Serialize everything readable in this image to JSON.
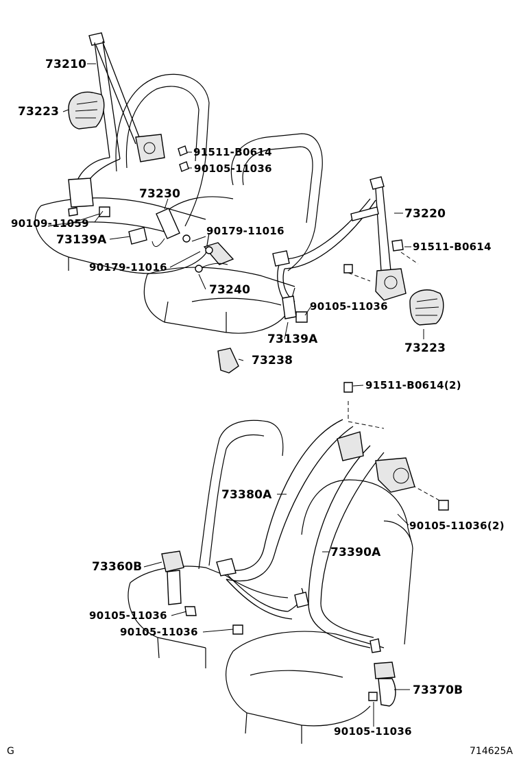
{
  "diagram": {
    "labels": {
      "p73210": "73210",
      "p73223_left": "73223",
      "p91511_b0614_top": "91511-B0614",
      "p90105_11036_top": "90105-11036",
      "p73230": "73230",
      "p90109_11059": "90109-11059",
      "p73139a_left": "73139A",
      "p90179_11016_right": "90179-11016",
      "p90179_11016_left": "90179-11016",
      "p73240": "73240",
      "p73220": "73220",
      "p91511_b0614_right": "91511-B0614",
      "p90105_11036_mid": "90105-11036",
      "p73139a_right": "73139A",
      "p73223_right": "73223",
      "p73238": "73238",
      "p91511_b0614_2": "91511-B0614(2)",
      "p73380a": "73380A",
      "p90105_11036_2": "90105-11036(2)",
      "p73390a": "73390A",
      "p73360b": "73360B",
      "p90105_11036_rear1": "90105-11036",
      "p90105_11036_rear2": "90105-11036",
      "p73370b": "73370B",
      "p90105_11036_bottom": "90105-11036"
    },
    "corner_left": "G",
    "corner_right": "714625A"
  }
}
